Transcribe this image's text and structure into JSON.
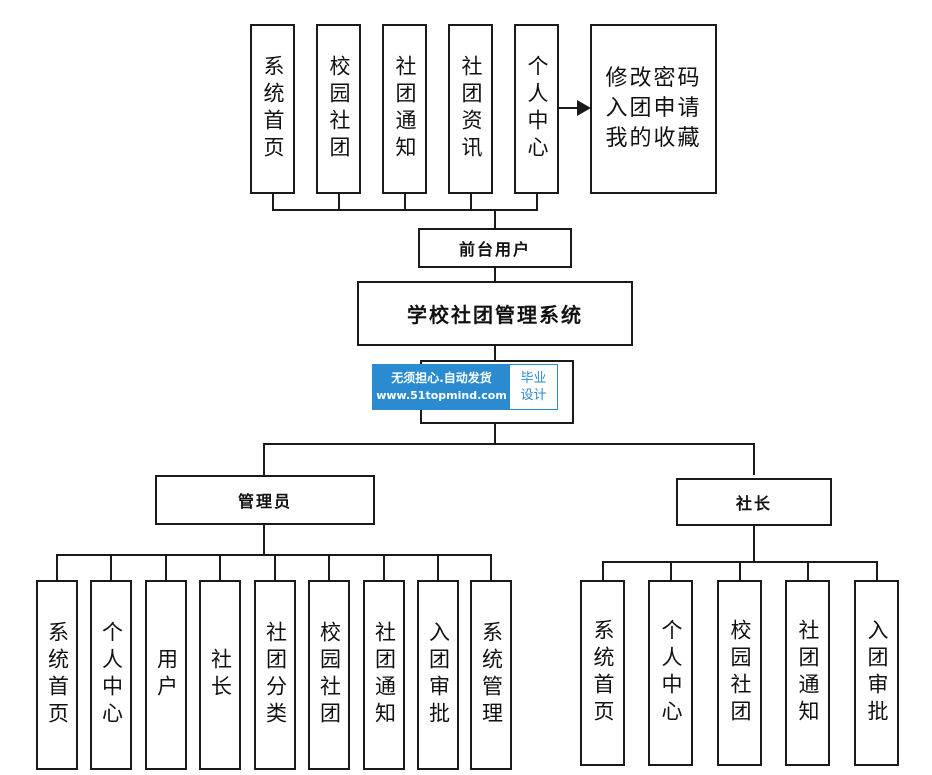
{
  "front_user": {
    "label": "前台用户",
    "modules": [
      "系统首页",
      "校园社团",
      "社团通知",
      "社团资讯",
      "个人中心"
    ],
    "sub_modules": [
      "修改密码",
      "入团申请",
      "我的收藏"
    ]
  },
  "system": {
    "title": "学校社团管理系统"
  },
  "admin": {
    "label": "管理员",
    "modules": [
      "系统首页",
      "个人中心",
      "用户",
      "社长",
      "社团分类",
      "校园社团",
      "社团通知",
      "入团审批",
      "系统管理"
    ]
  },
  "president": {
    "label": "社长",
    "modules": [
      "系统首页",
      "个人中心",
      "校园社团",
      "社团通知",
      "入团审批"
    ]
  },
  "watermark": {
    "line1": "无须担心.自动发货",
    "line2": "www.51topmind.com",
    "tag1": "毕业",
    "tag2": "设计"
  }
}
